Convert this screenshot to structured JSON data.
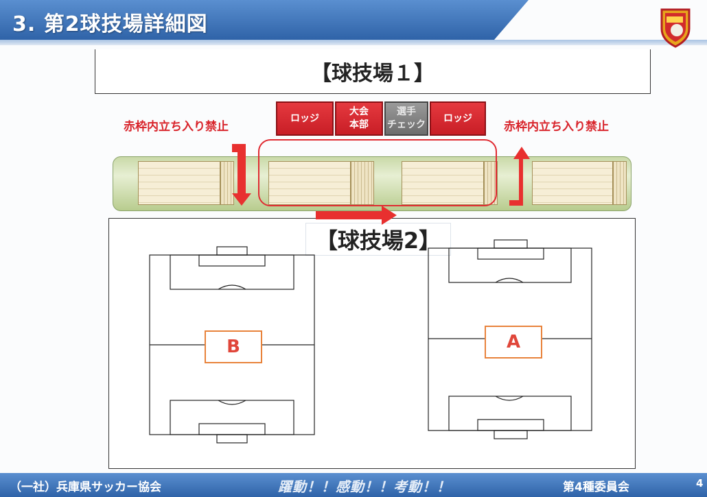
{
  "title": "3. 第2球技場詳細図",
  "field1": {
    "label": "【球技場１】"
  },
  "booths": [
    {
      "text": "ロッジ",
      "variant": "red"
    },
    {
      "text": "大会\n本部",
      "variant": "red"
    },
    {
      "text": "選手\nチェック",
      "variant": "gray"
    },
    {
      "text": "ロッジ",
      "variant": "red"
    }
  ],
  "warnings": {
    "left": "赤枠内立ち入り禁止",
    "right": "赤枠内立ち入り禁止"
  },
  "field2": {
    "label": "【球技場2】",
    "pitches": [
      {
        "tag": "B"
      },
      {
        "tag": "A"
      }
    ]
  },
  "footer": {
    "org": "（一社）兵庫県サッカー協会",
    "slogan": "躍動！！感動！！考動！！",
    "committee": "第4種委員会",
    "page": "4"
  },
  "colors": {
    "accent_red": "#d8232a",
    "header_blue": "#2f63a8",
    "tag_orange": "#e8823a"
  }
}
